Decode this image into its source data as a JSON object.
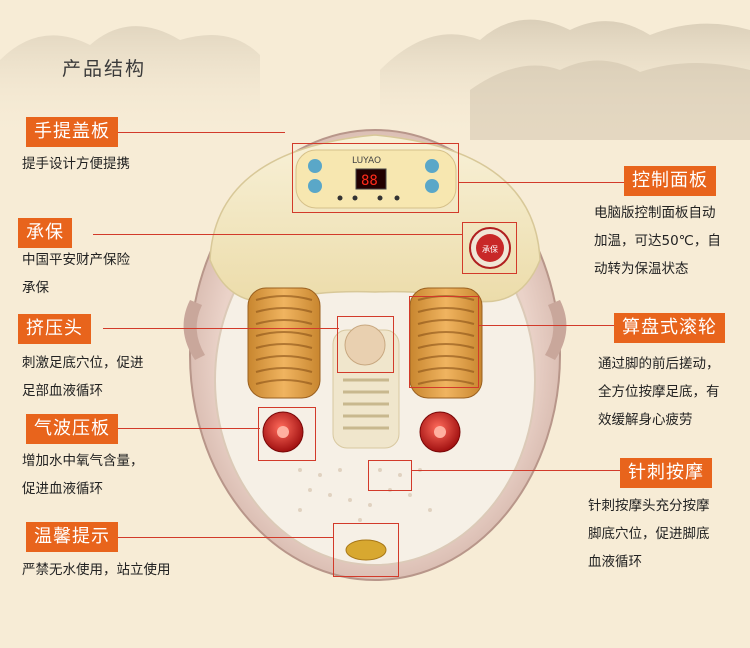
{
  "page_title": "产品结构",
  "brand": "LUYAO",
  "display_digits": "88",
  "badge_text": "承保",
  "features": [
    {
      "label": "手提盖板",
      "lines": [
        "提手设计方便提携"
      ]
    },
    {
      "label": "承保",
      "lines": [
        "中国平安财产保险",
        "承保"
      ]
    },
    {
      "label": "挤压头",
      "lines": [
        "刺激足底穴位，促进",
        "足部血液循环"
      ]
    },
    {
      "label": "气波压板",
      "lines": [
        "增加水中氧气含量，",
        "促进血液循环"
      ]
    },
    {
      "label": "温馨提示",
      "lines": [
        "严禁无水使用，站立使用"
      ]
    },
    {
      "label": "控制面板",
      "lines": [
        "电脑版控制面板自动",
        "加温，可达50℃，自",
        "动转为保温状态"
      ]
    },
    {
      "label": "算盘式滚轮",
      "lines": [
        "通过脚的前后搓动，",
        "全方位按摩足底，有",
        "效缓解身心疲劳"
      ]
    },
    {
      "label": "针刺按摩",
      "lines": [
        "针刺按摩头充分按摩",
        "脚底穴位，促进脚底",
        "血液循环"
      ]
    }
  ],
  "colors": {
    "accent": "#e8641c",
    "leader": "#d23a2a",
    "tub": "#e4c7bd",
    "lid": "#f4eccb"
  }
}
